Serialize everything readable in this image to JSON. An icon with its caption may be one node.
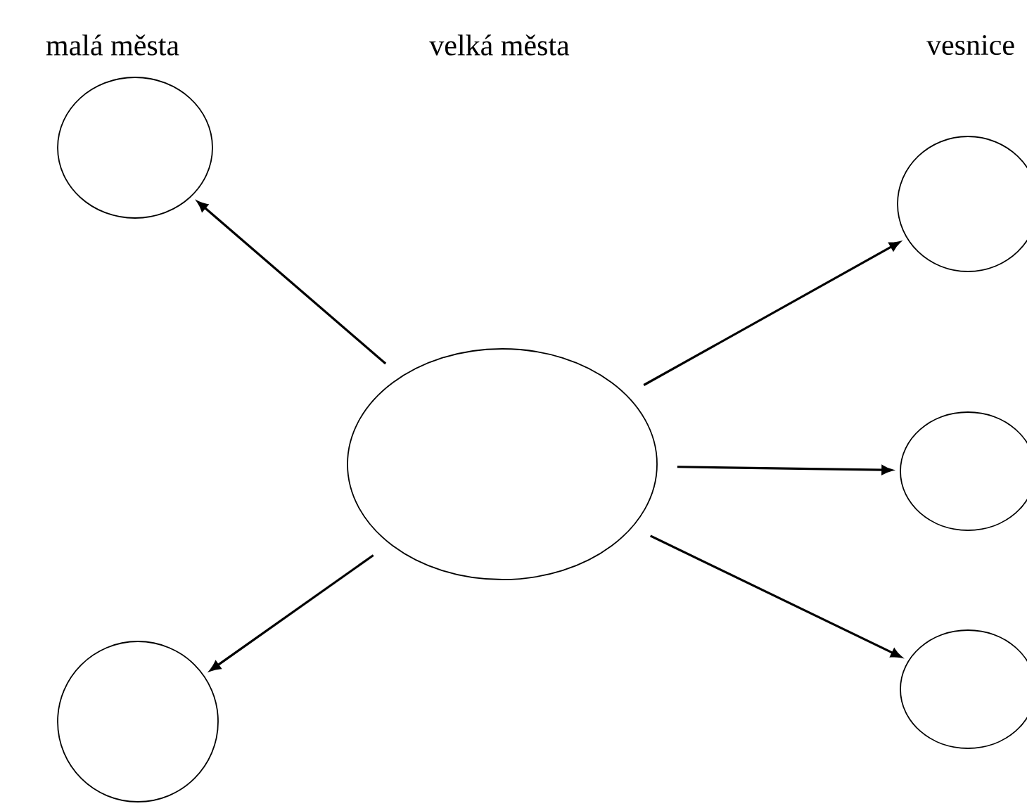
{
  "diagram": {
    "nodes": [
      {
        "text": [],
        "shape": "circle"
      },
      {
        "text": [],
        "shape": "circle"
      },
      {
        "text": [],
        "shape": "circle"
      },
      {
        "text": [],
        "shape": "circle"
      },
      {
        "text": [],
        "shape": "circle"
      },
      {
        "text": [],
        "shape": "circle"
      }
    ],
    "edges": [
      {
        "from": 2,
        "to": 0,
        "arrow": "to"
      },
      {
        "from": 2,
        "to": 1,
        "arrow": "to"
      },
      {
        "from": 2,
        "to": 3,
        "arrow": "to"
      },
      {
        "from": 2,
        "to": 4,
        "arrow": "to"
      },
      {
        "from": 2,
        "to": 5,
        "arrow": "to"
      }
    ],
    "labels": [
      "malá města",
      "velká města",
      "vesnice"
    ]
  }
}
